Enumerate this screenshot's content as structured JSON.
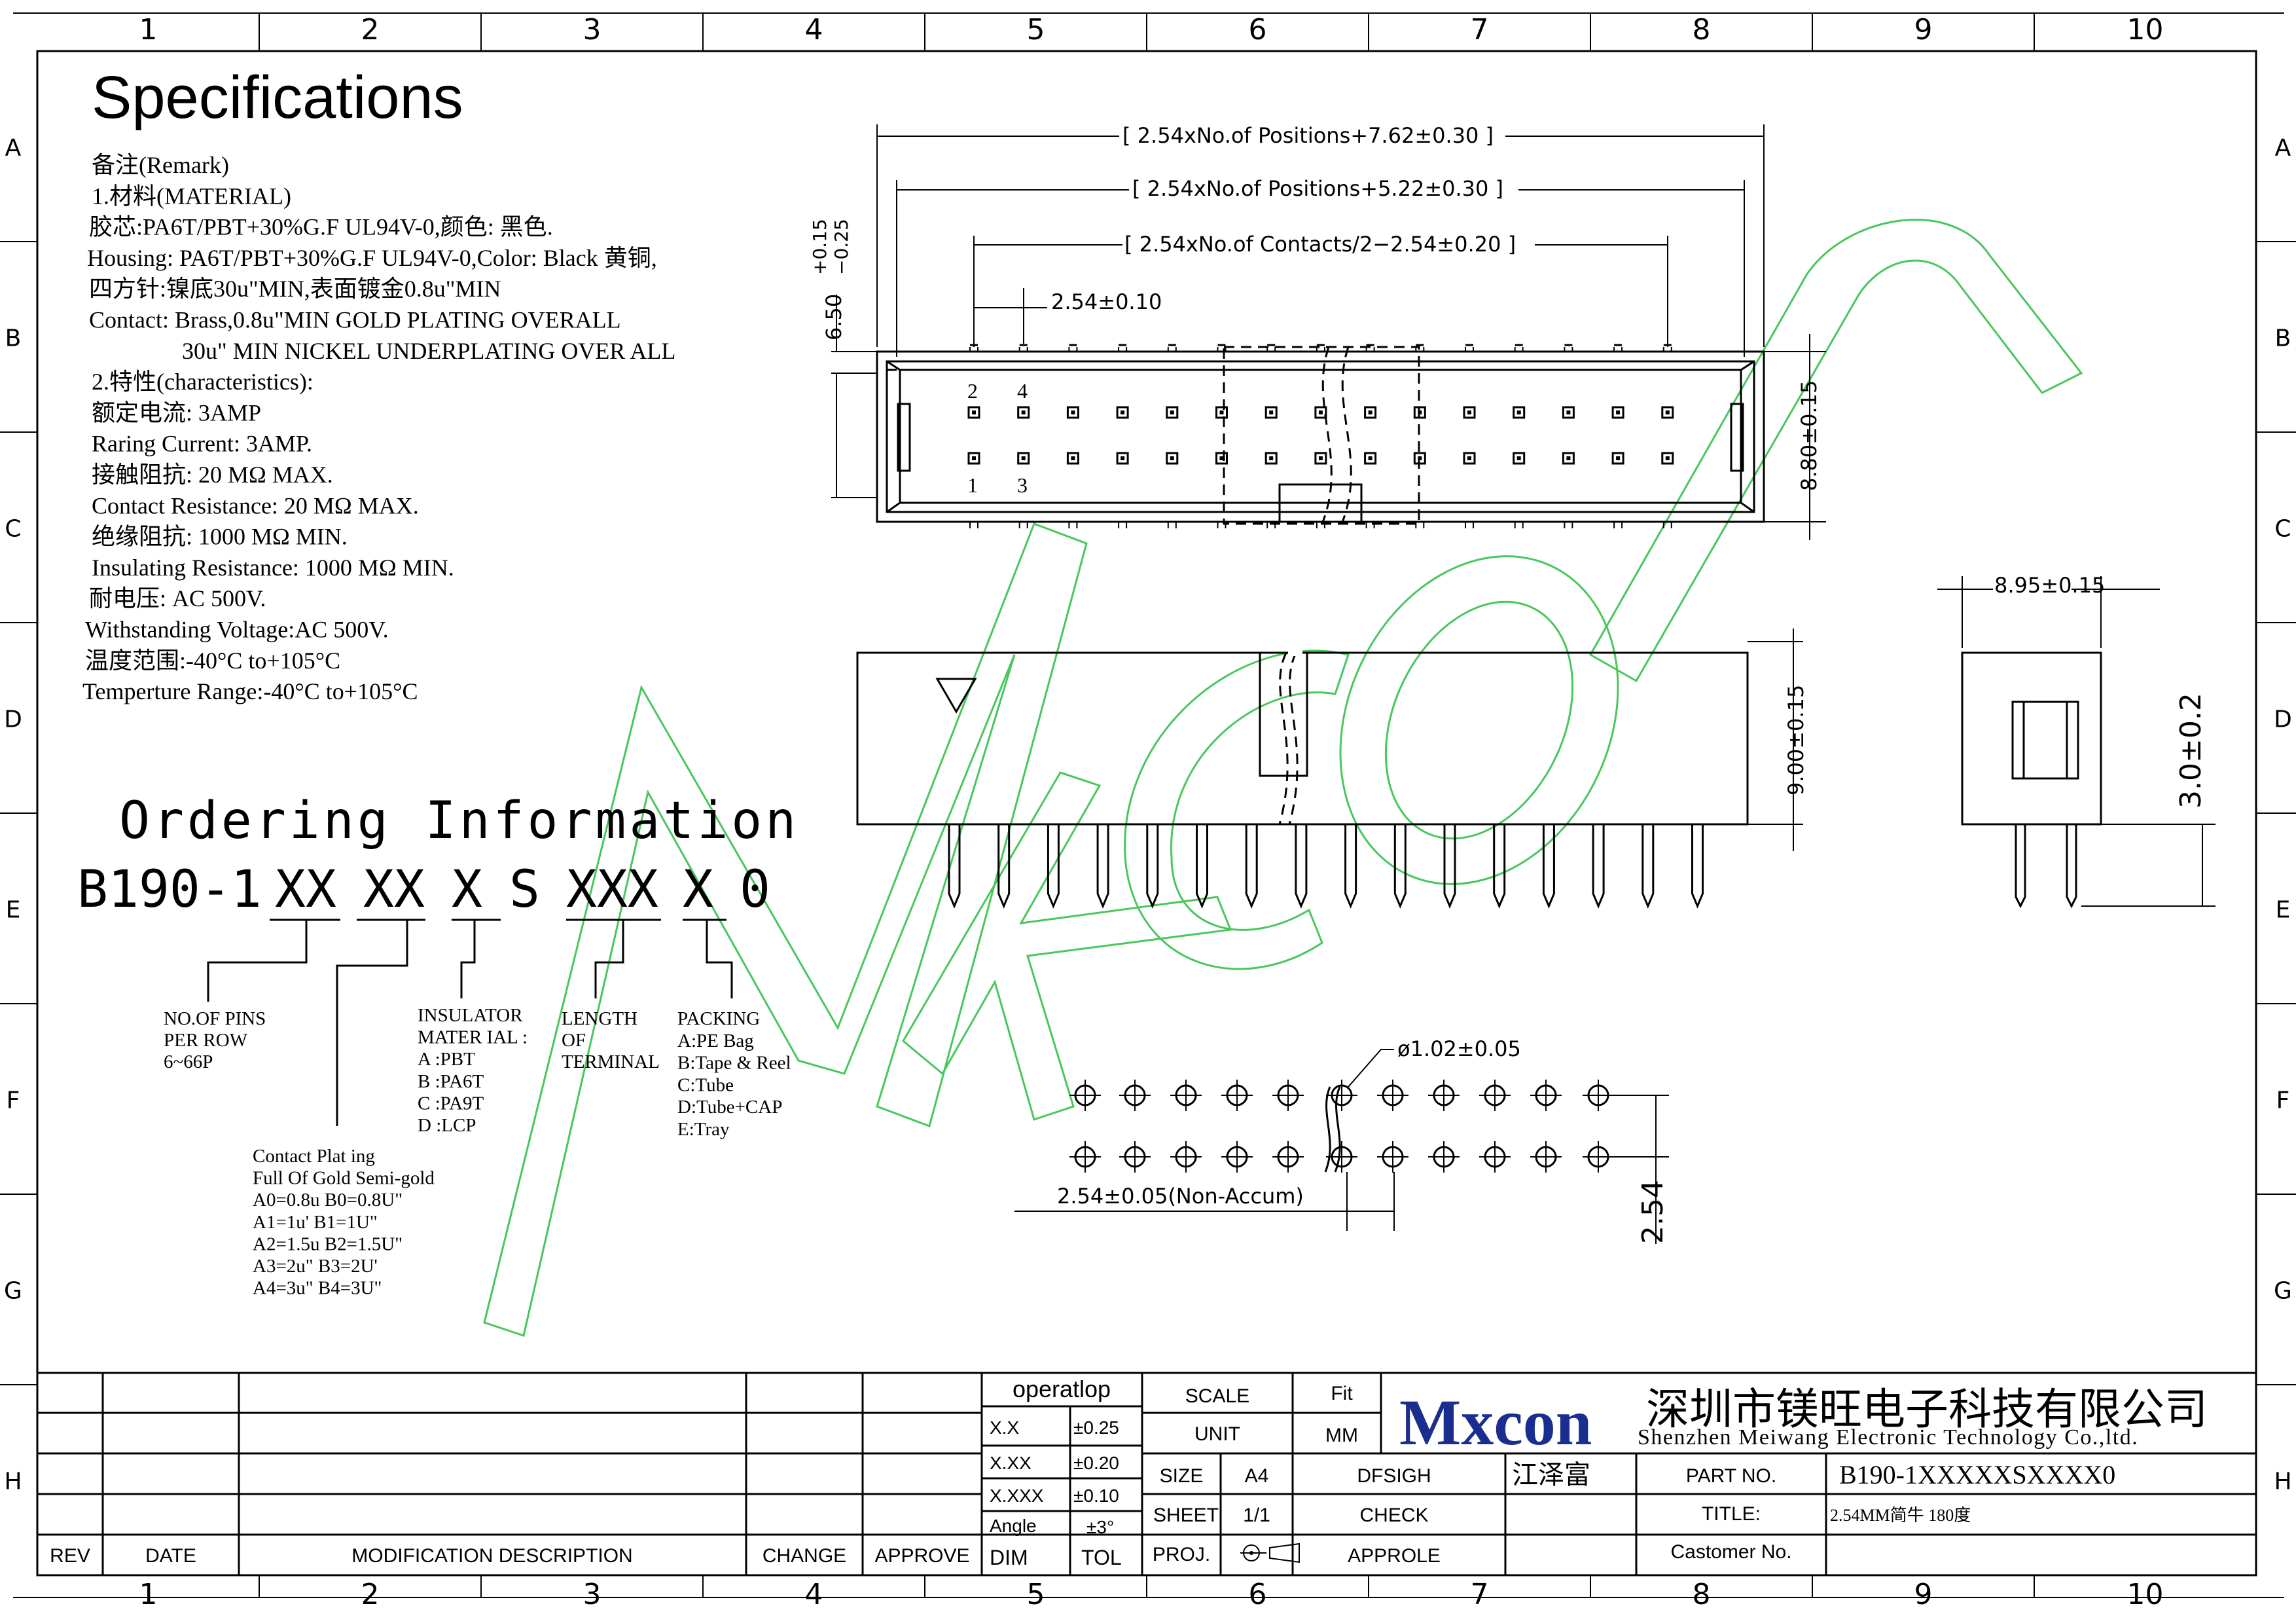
{
  "frame": {
    "columns": [
      "1",
      "2",
      "3",
      "4",
      "5",
      "6",
      "7",
      "8",
      "9",
      "10"
    ],
    "rows": [
      "A",
      "B",
      "C",
      "D",
      "E",
      "F",
      "G",
      "H"
    ]
  },
  "specifications": {
    "title": "Specifications",
    "lines": [
      "备注(Remark)",
      "1.材料(MATERIAL)",
      "胶芯:PA6T/PBT+30%G.F UL94V-0,颜色: 黑色.",
      "Housing: PA6T/PBT+30%G.F UL94V-0,Color: Black 黄铜,",
      "四方针:镍底30u\"MIN,表面镀金0.8u\"MIN",
      "Contact: Brass,0.8u\"MIN GOLD PLATING OVERALL",
      "30u\" MIN NICKEL UNDERPLATING OVER ALL",
      "2.特性(characteristics):",
      "额定电流: 3AMP",
      "Raring Current: 3AMP.",
      "接触阻抗: 20 MΩ MAX.",
      "Contact Resistance: 20 MΩ MAX.",
      "绝缘阻抗: 1000 MΩ MIN.",
      "Insulating Resistance: 1000 MΩ MIN.",
      "耐电压: AC 500V.",
      "Withstanding Voltage:AC 500V.",
      "温度范围:-40°C to+105°C",
      "Temperture Range:-40°C to+105°C"
    ]
  },
  "ordering": {
    "title": "Ordering Information",
    "code_parts": [
      "B190-1",
      "XX",
      "XX",
      "X",
      "S",
      "XXX",
      "X",
      "0"
    ],
    "notes": {
      "pins": [
        "NO.OF PINS",
        "PER ROW",
        "6~66P"
      ],
      "plating": [
        "Contact Plat ing",
        "Full Of Gold Semi-gold",
        "A0=0.8u B0=0.8U\"",
        "A1=1u' B1=1U\"",
        "A2=1.5u B2=1.5U\"",
        "A3=2u\" B3=2U'",
        "A4=3u\" B4=3U\""
      ],
      "insulator": [
        "INSULATOR",
        "MATER IAL :",
        "A :PBT",
        "B :PA6T",
        "C :PA9T",
        "D :LCP"
      ],
      "length": [
        "LENGTH",
        "OF",
        "TERMINAL"
      ],
      "packing": [
        "PACKING",
        "A:PE Bag",
        "B:Tape & Reel",
        "C:Tube",
        "D:Tube+CAP",
        "E:Tray"
      ]
    }
  },
  "drawing": {
    "dim_total": "[ 2.54xNo.of  Positions+7.62±0.30 ]",
    "dim_inner": "[ 2.54xNo.of  Positions+5.22±0.30 ]",
    "dim_contacts": "[ 2.54xNo.of  Contacts/2−2.54±0.20 ]",
    "dim_pitch": "2.54±0.10",
    "dim_height_top": "6.50",
    "dim_height_tol_plus": "+0.15",
    "dim_height_tol_minus": "−0.25",
    "dim_depth": "8.80±0.15",
    "pin_labels": [
      "2",
      "4",
      "1",
      "3"
    ],
    "dim_side_width": "8.95±0.15",
    "dim_body_height": "9.00±0.15",
    "dim_tail": "3.0±0.2",
    "dim_hole": "ø1.02±0.05",
    "dim_pcb_pitch": "2.54±0.05(Non-Accum)",
    "dim_row_pitch": "2.54"
  },
  "watermark": "Mxcon",
  "title_block": {
    "rev_headers": [
      "REV",
      "DATE",
      "MODIFICATION DESCRIPTION",
      "CHANGE",
      "APPROVE"
    ],
    "tolerance_title": "operatlop",
    "tolerances": [
      [
        "X.X",
        "±0.25"
      ],
      [
        "X.XX",
        "±0.20"
      ],
      [
        "X.XXX",
        "±0.10"
      ],
      [
        "Angle",
        "±3°"
      ],
      [
        "DIM",
        "TOL"
      ]
    ],
    "scale_label": "SCALE",
    "scale_value": "Fit",
    "unit_label": "UNIT",
    "unit_value": "MM",
    "size_label": "SIZE",
    "size_value": "A4",
    "dfsigh_label": "DFSIGH",
    "dfsigh_value": "江泽富",
    "sheet_label": "SHEET",
    "sheet_value": "1/1",
    "check_label": "CHECK",
    "proj_label": "PROJ.",
    "approle_label": "APPROLE",
    "logo": "Mxcon",
    "company_cn": "深圳市镁旺电子科技有限公司",
    "company_en": "Shenzhen Meiwang Electronic Technology Co.,ltd.",
    "part_no_label": "PART NO.",
    "part_no_value": "B190-1XXXXXSXXXX0",
    "title_label": "TITLE:",
    "title_value": "2.54MM简牛  180度",
    "customer_label": "Castomer No.",
    "customer_value": ""
  }
}
